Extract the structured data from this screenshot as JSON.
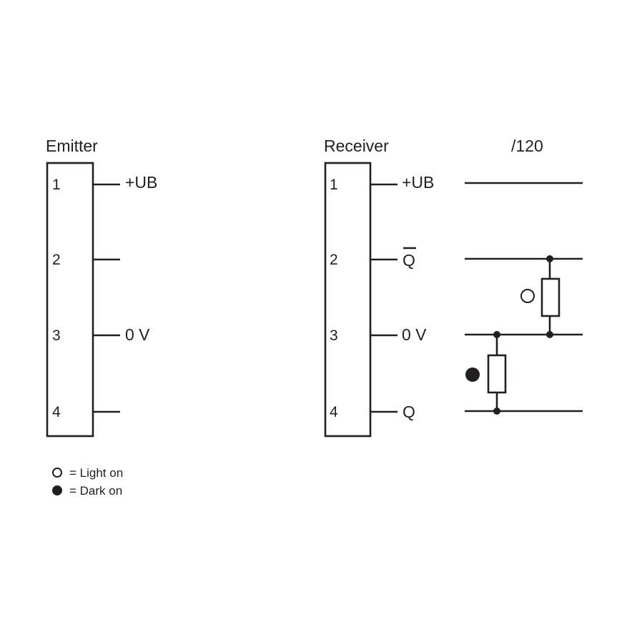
{
  "emitter": {
    "title": "Emitter",
    "pins": [
      {
        "number": "1",
        "label": "+UB"
      },
      {
        "number": "2",
        "label": ""
      },
      {
        "number": "3",
        "label": "0 V"
      },
      {
        "number": "4",
        "label": ""
      }
    ]
  },
  "receiver": {
    "title": "Receiver",
    "pins": [
      {
        "number": "1",
        "label": "+UB"
      },
      {
        "number": "2",
        "label": "Q"
      },
      {
        "number": "3",
        "label": "0 V"
      },
      {
        "number": "4",
        "label": "Q"
      }
    ]
  },
  "variant": {
    "title": "/120"
  },
  "legend": {
    "light_on": "= Light on",
    "dark_on": "= Dark on"
  }
}
